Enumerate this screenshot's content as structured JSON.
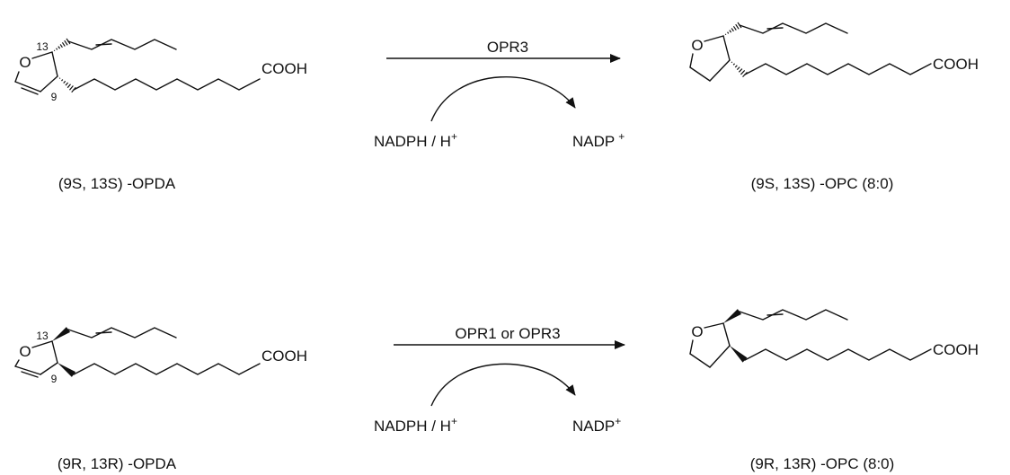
{
  "reactions": [
    {
      "reactant": {
        "caption": "(9S, 13S) -OPDA",
        "stereo": "hashed",
        "ring_oxygen": "O",
        "acid_group": "COOH",
        "locant_top": "13",
        "locant_bottom": "9"
      },
      "arrow": {
        "enzyme": "OPR3",
        "cofactor_in": "NADPH / H",
        "cofactor_in_sup": "+",
        "cofactor_out": "NADP",
        "cofactor_out_sup": "+"
      },
      "product": {
        "caption": "(9S, 13S) -OPC (8:0)",
        "stereo": "hashed",
        "ring_oxygen": "O",
        "acid_group": "COOH"
      }
    },
    {
      "reactant": {
        "caption": "(9R, 13R) -OPDA",
        "stereo": "bold",
        "ring_oxygen": "O",
        "acid_group": "COOH",
        "locant_top": "13",
        "locant_bottom": "9"
      },
      "arrow": {
        "enzyme": "OPR1 or OPR3",
        "cofactor_in": "NADPH / H",
        "cofactor_in_sup": "+",
        "cofactor_out": "NADP",
        "cofactor_out_sup": "+"
      },
      "product": {
        "caption": "(9R, 13R) -OPC (8:0)",
        "stereo": "bold",
        "ring_oxygen": "O",
        "acid_group": "COOH"
      }
    }
  ]
}
